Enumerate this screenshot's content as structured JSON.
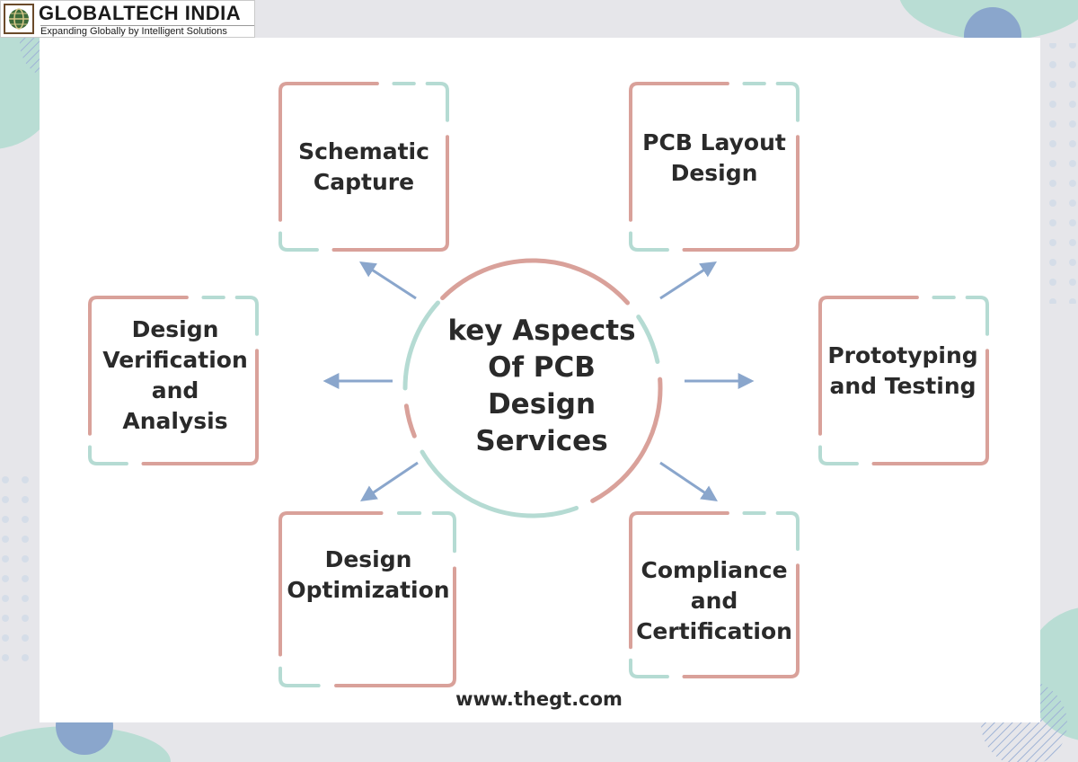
{
  "header": {
    "brand": "GLOBALTECH INDIA",
    "tagline": "Expanding Globally by Intelligent Solutions"
  },
  "center": {
    "title_lines": [
      "key Aspects",
      "Of PCB",
      "Design",
      "Services"
    ]
  },
  "aspects": [
    {
      "lines": [
        "Schematic",
        "Capture"
      ]
    },
    {
      "lines": [
        "PCB Layout",
        "Design"
      ]
    },
    {
      "lines": [
        "Design",
        "Verification",
        "and",
        "Analysis"
      ]
    },
    {
      "lines": [
        "Prototyping",
        "and Testing"
      ]
    },
    {
      "lines": [
        "Design",
        "Optimization"
      ]
    },
    {
      "lines": [
        "Compliance",
        "and",
        "Certification"
      ]
    }
  ],
  "footer": {
    "url": "www.thegt.com"
  },
  "colors": {
    "pink": "#d9a19a",
    "mint": "#b5dbd3",
    "arrow": "#8aa6cc",
    "dot_blue": "#8aa6cc",
    "blob_mint": "#b9ddd4"
  }
}
